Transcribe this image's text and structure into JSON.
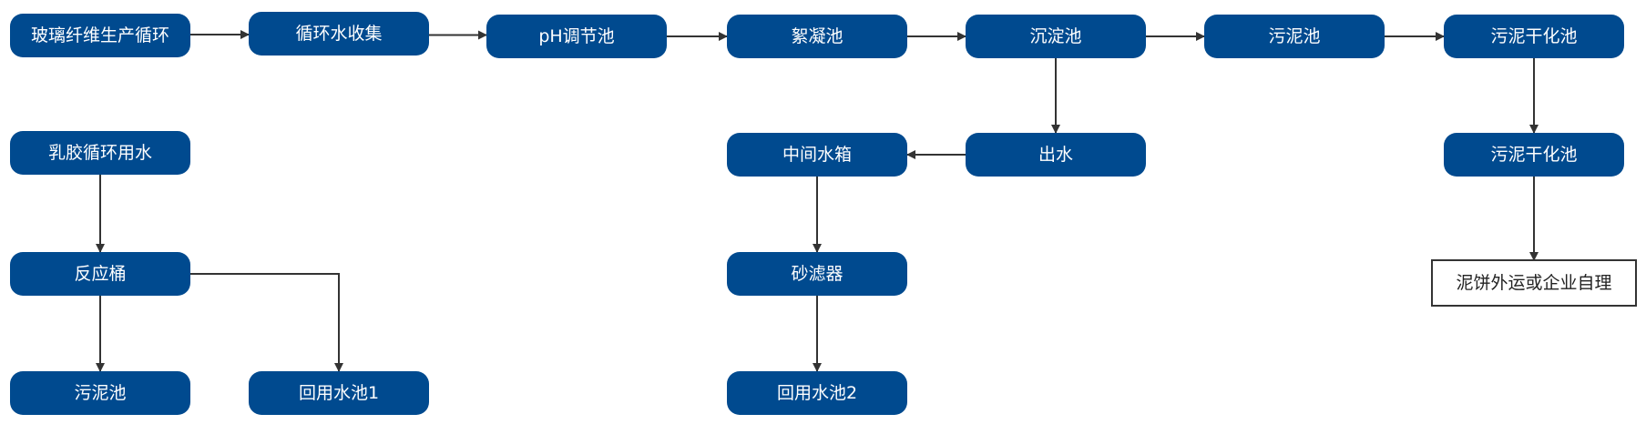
{
  "colors": {
    "node_fill": "#004a8f",
    "node_text": "#ffffff",
    "box_border": "#333333",
    "box_text": "#222222",
    "arrow": "#333333"
  },
  "nodes": [
    {
      "id": "n1",
      "label": "玻璃纤维生产循环",
      "style": "pill"
    },
    {
      "id": "n2",
      "label": "循环水收集",
      "style": "pill"
    },
    {
      "id": "n3",
      "label": "pH调节池",
      "style": "pill"
    },
    {
      "id": "n4",
      "label": "絮凝池",
      "style": "pill"
    },
    {
      "id": "n5",
      "label": "沉淀池",
      "style": "pill"
    },
    {
      "id": "n6",
      "label": "污泥池",
      "style": "pill"
    },
    {
      "id": "n7",
      "label": "污泥干化池",
      "style": "pill"
    },
    {
      "id": "n8",
      "label": "出水",
      "style": "pill"
    },
    {
      "id": "n9",
      "label": "中间水箱",
      "style": "pill"
    },
    {
      "id": "n10",
      "label": "砂滤器",
      "style": "pill"
    },
    {
      "id": "n11",
      "label": "回用水池2",
      "style": "pill"
    },
    {
      "id": "n12",
      "label": "污泥干化池",
      "style": "pill"
    },
    {
      "id": "n13",
      "label": "泥饼外运或企业自理",
      "style": "box"
    },
    {
      "id": "n14",
      "label": "乳胶循环用水",
      "style": "pill"
    },
    {
      "id": "n15",
      "label": "反应桶",
      "style": "pill"
    },
    {
      "id": "n16",
      "label": "污泥池",
      "style": "pill"
    },
    {
      "id": "n17",
      "label": "回用水池1",
      "style": "pill"
    }
  ],
  "edges": [
    {
      "from": "n1",
      "to": "n2"
    },
    {
      "from": "n2",
      "to": "n3"
    },
    {
      "from": "n3",
      "to": "n4"
    },
    {
      "from": "n4",
      "to": "n5"
    },
    {
      "from": "n5",
      "to": "n6"
    },
    {
      "from": "n6",
      "to": "n7"
    },
    {
      "from": "n5",
      "to": "n8"
    },
    {
      "from": "n8",
      "to": "n9"
    },
    {
      "from": "n9",
      "to": "n10"
    },
    {
      "from": "n10",
      "to": "n11"
    },
    {
      "from": "n7",
      "to": "n12"
    },
    {
      "from": "n12",
      "to": "n13"
    },
    {
      "from": "n14",
      "to": "n15"
    },
    {
      "from": "n15",
      "to": "n16"
    },
    {
      "from": "n15",
      "to": "n17"
    }
  ]
}
